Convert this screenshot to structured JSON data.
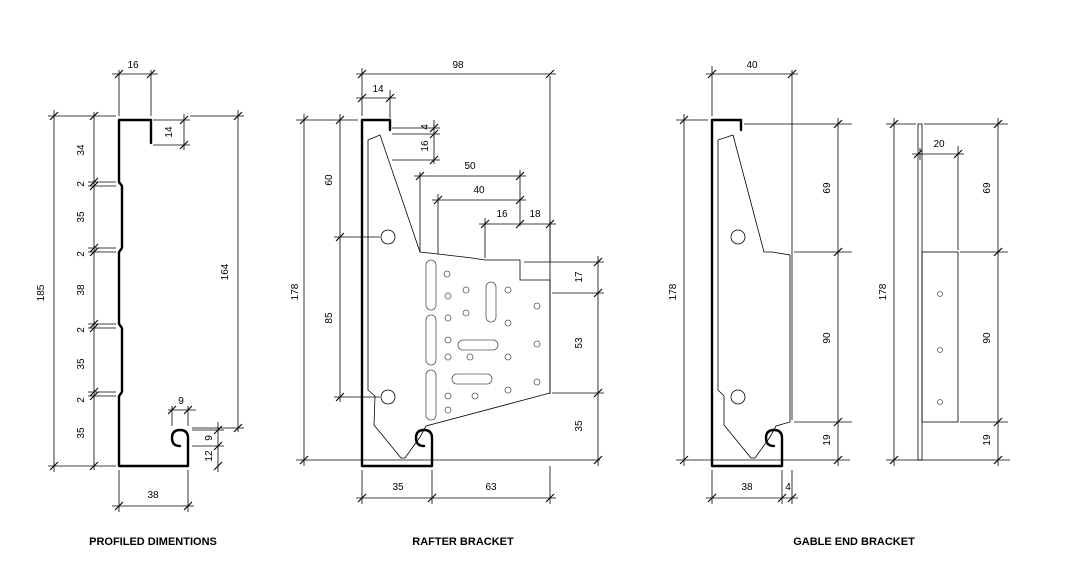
{
  "captions": {
    "profile": "PROFILED DIMENTIONS",
    "rafter": "RAFTER BRACKET",
    "gable": "GABLE END BRACKET"
  },
  "profile": {
    "top_width": "16",
    "lip": "14",
    "bottom_width": "38",
    "overall_height": "185",
    "inner_height": "164",
    "segments": [
      "34",
      "2",
      "35",
      "2",
      "38",
      "2",
      "35",
      "2",
      "35"
    ],
    "hook_width": "9",
    "hook_gap": "9",
    "hook_height": "12"
  },
  "rafter": {
    "overall_width": "98",
    "flange": "14",
    "lip_top": "4",
    "lip_drop": "16",
    "plate_50": "50",
    "plate_40": "40",
    "plate_16": "16",
    "plate_18": "18",
    "height": "178",
    "upper": "60",
    "middle": "85",
    "right_17": "17",
    "right_53": "53",
    "right_35": "35",
    "bottom_left": "35",
    "bottom_right": "63"
  },
  "gable": {
    "top_width": "40",
    "height": "178",
    "right_69": "69",
    "right_90": "90",
    "right_19": "19",
    "bottom_width": "38",
    "bottom_gap": "4",
    "plate_width": "20",
    "plate_height": "178",
    "plate_69": "69",
    "plate_90": "90",
    "plate_19": "19"
  }
}
